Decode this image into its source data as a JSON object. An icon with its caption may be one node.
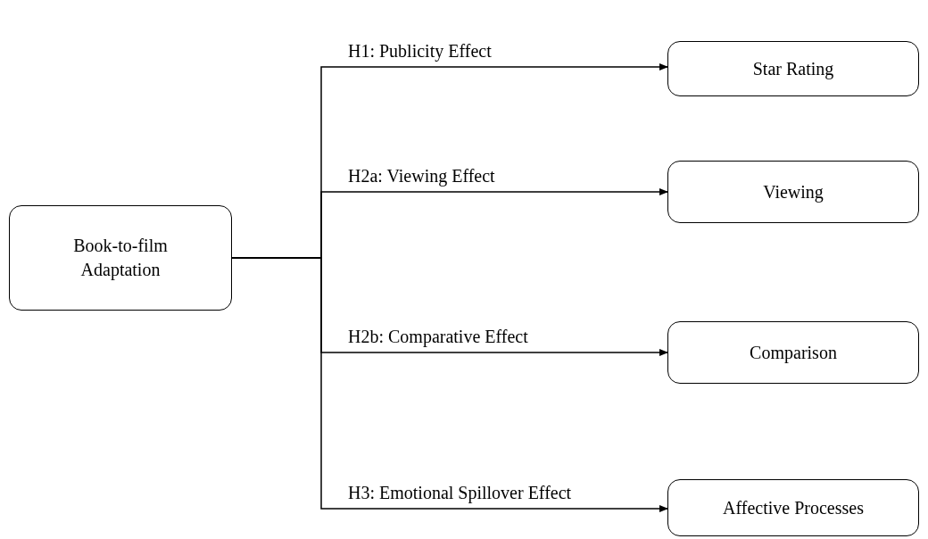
{
  "diagram": {
    "nodes": [
      {
        "text": [
          "Book-to-film Adaptation"
        ]
      },
      {
        "text": [
          "Star Rating"
        ]
      },
      {
        "text": [
          "Viewing"
        ]
      },
      {
        "text": [
          "Comparison"
        ]
      },
      {
        "text": [
          "Affective Processes"
        ]
      }
    ],
    "edges": [
      {
        "from": 0,
        "to": 1,
        "arrow": "to",
        "label": "H1: Publicity Effect"
      },
      {
        "from": 0,
        "to": 2,
        "arrow": "to",
        "label": "H2a: Viewing Effect"
      },
      {
        "from": 0,
        "to": 3,
        "arrow": "to",
        "label": "H2b: Comparative Effect"
      },
      {
        "from": 0,
        "to": 4,
        "arrow": "to",
        "label": "H3: Emotional Spillover Effect"
      }
    ]
  }
}
